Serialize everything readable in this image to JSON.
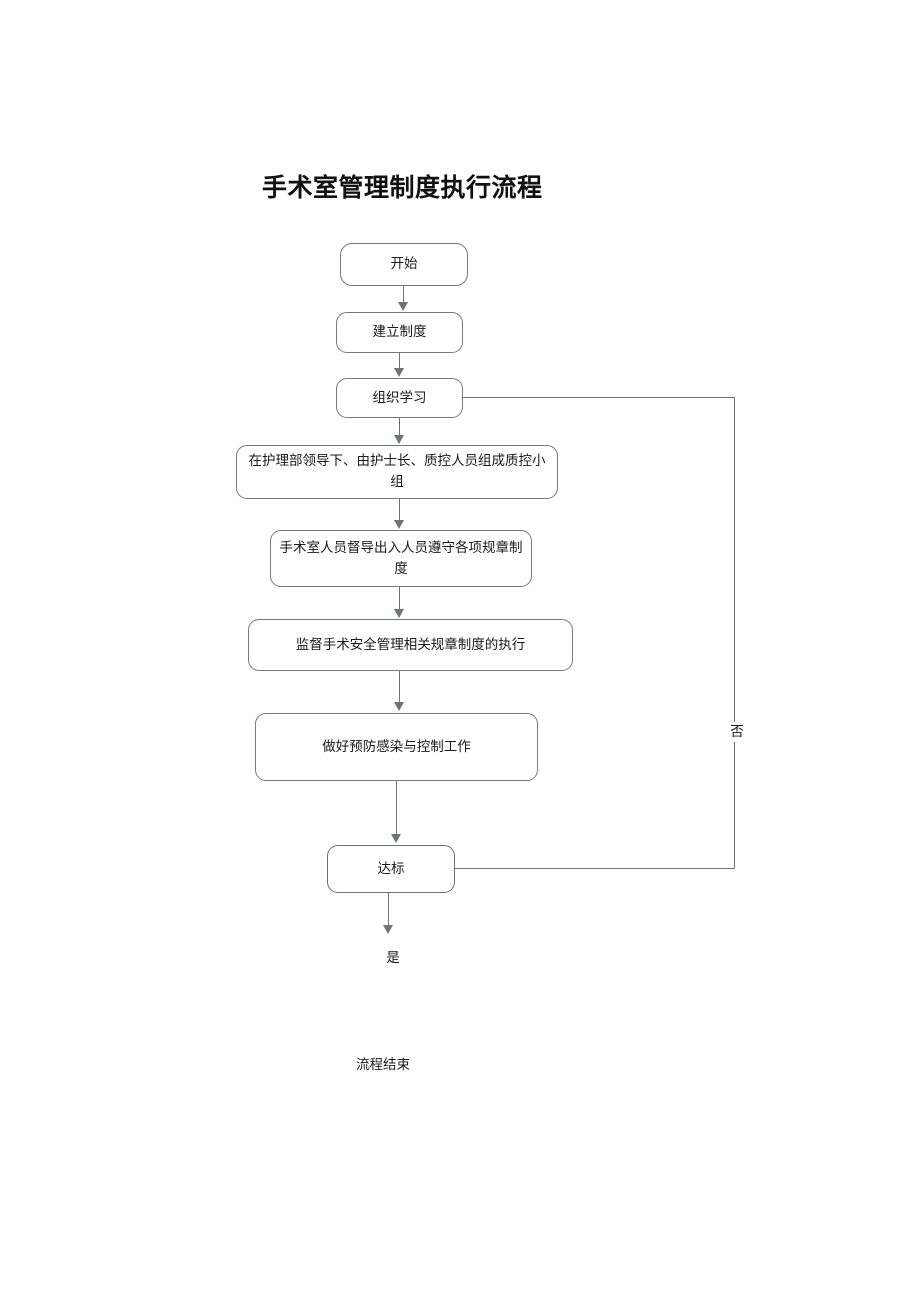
{
  "document": {
    "title": "手术室管理制度执行流程",
    "end_note": "流程结束"
  },
  "chart_data": {
    "type": "diagram",
    "diagram_kind": "flowchart",
    "title": "手术室管理制度执行流程",
    "orientation": "top-to-bottom",
    "nodes": [
      {
        "id": "start",
        "label": "开始",
        "shape": "terminator"
      },
      {
        "id": "establish",
        "label": "建立制度",
        "shape": "process"
      },
      {
        "id": "study",
        "label": "组织学习",
        "shape": "process"
      },
      {
        "id": "group",
        "label": "在护理部领导下、由护士长、质控人员组成质控小组",
        "shape": "process"
      },
      {
        "id": "supervise",
        "label": "手术室人员督导出入人员遵守各项规章制度",
        "shape": "process"
      },
      {
        "id": "monitor",
        "label": "监督手术安全管理相关规章制度的执行",
        "shape": "process"
      },
      {
        "id": "infection",
        "label": "做好预防感染与控制工作",
        "shape": "process"
      },
      {
        "id": "check",
        "label": "达标",
        "shape": "decision"
      }
    ],
    "edges": [
      {
        "from": "start",
        "to": "establish",
        "label": ""
      },
      {
        "from": "establish",
        "to": "study",
        "label": ""
      },
      {
        "from": "study",
        "to": "group",
        "label": ""
      },
      {
        "from": "group",
        "to": "supervise",
        "label": ""
      },
      {
        "from": "supervise",
        "to": "monitor",
        "label": ""
      },
      {
        "from": "monitor",
        "to": "infection",
        "label": ""
      },
      {
        "from": "infection",
        "to": "check",
        "label": ""
      },
      {
        "from": "check",
        "to": "end",
        "label": "是"
      },
      {
        "from": "check",
        "to": "study",
        "label": "否"
      }
    ],
    "edge_labels": {
      "yes": "是",
      "no": "否"
    },
    "terminal_text": "流程结束"
  }
}
